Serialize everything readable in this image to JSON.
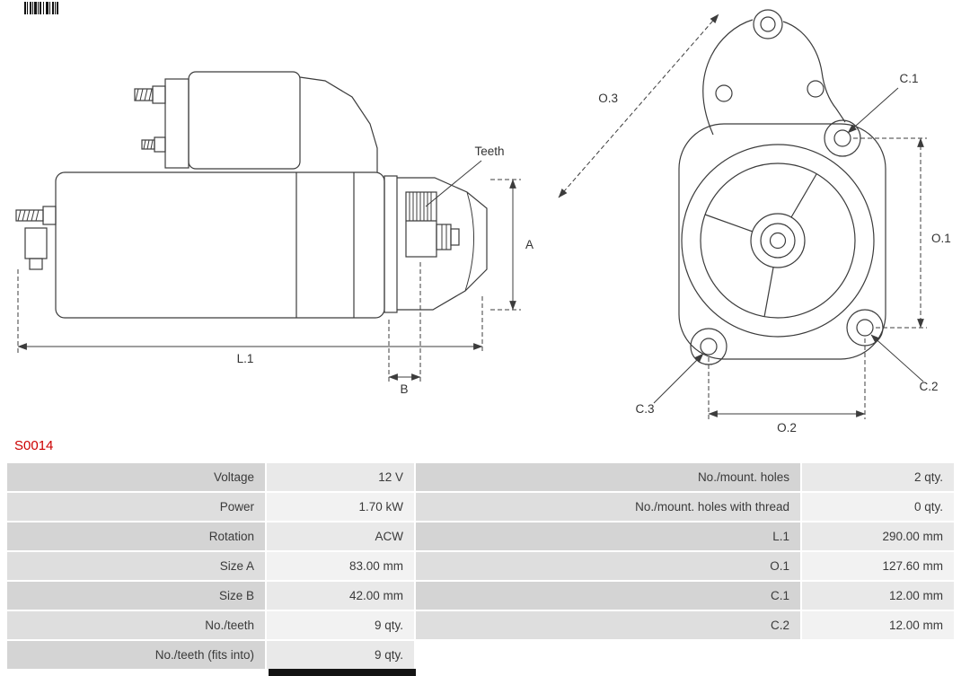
{
  "header": {
    "icon": "barcode"
  },
  "part_number": "S0014",
  "diagram": {
    "side": {
      "teeth": "Teeth",
      "dim_a": "A",
      "dim_l1": "L.1",
      "dim_b": "B"
    },
    "front": {
      "dim_o3": "O.3",
      "dim_o1": "O.1",
      "dim_o2": "O.2",
      "hole_c1": "C.1",
      "hole_c2": "C.2",
      "hole_c3": "C.3"
    }
  },
  "table": {
    "rows": [
      {
        "label_l": "Voltage",
        "value_l": "12 V",
        "label_r": "No./mount. holes",
        "value_r": "2 qty."
      },
      {
        "label_l": "Power",
        "value_l": "1.70 kW",
        "label_r": "No./mount. holes with thread",
        "value_r": "0 qty."
      },
      {
        "label_l": "Rotation",
        "value_l": "ACW",
        "label_r": "L.1",
        "value_r": "290.00 mm"
      },
      {
        "label_l": "Size A",
        "value_l": "83.00 mm",
        "label_r": "O.1",
        "value_r": "127.60 mm"
      },
      {
        "label_l": "Size B",
        "value_l": "42.00 mm",
        "label_r": "C.1",
        "value_r": "12.00 mm"
      },
      {
        "label_l": "No./teeth",
        "value_l": "9 qty.",
        "label_r": "C.2",
        "value_r": "12.00 mm"
      },
      {
        "label_l": "No./teeth (fits into)",
        "value_l": "9 qty.",
        "label_r": "",
        "value_r": ""
      }
    ]
  },
  "colors": {
    "part_number": "#cc0000",
    "line": "#3c3c3c",
    "table_label_odd": "#d4d4d4",
    "table_value_odd": "#e9e9e9",
    "table_label_even": "#dedede",
    "table_value_even": "#f2f2f2"
  }
}
